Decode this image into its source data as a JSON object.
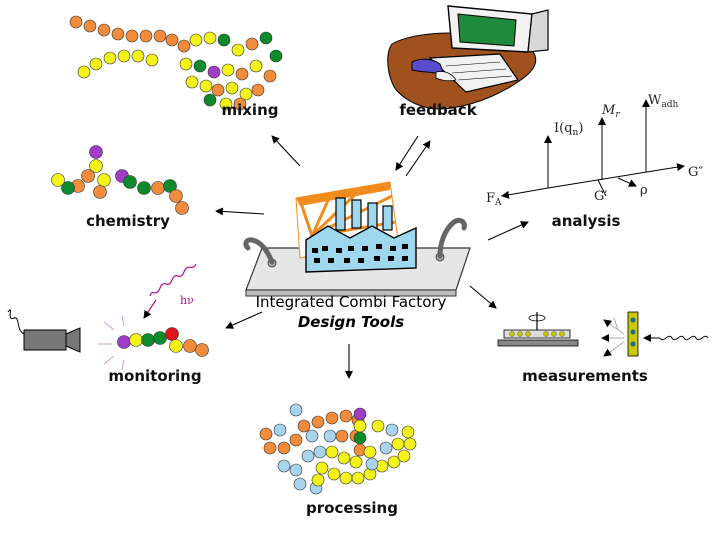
{
  "center": {
    "title": "Integrated Combi Factory",
    "subtitle": "Design Tools"
  },
  "labels": {
    "mixing": "mixing",
    "feedback": "feedback",
    "chemistry": "chemistry",
    "analysis": "analysis",
    "monitoring": "monitoring",
    "measurements": "measurements",
    "processing": "processing"
  },
  "analysis_axes": {
    "i": "I(q",
    "i_sub": "n",
    "i_close": ")",
    "mr": "M",
    "mr_sub": "r",
    "wadh": "W",
    "wadh_sub": "adh",
    "fa": "F",
    "fa_sub": "A",
    "gprime": "G′",
    "rho": "ρ",
    "gdouble": "G″"
  },
  "monitoring_annotation": "hν",
  "colors": {
    "orange": "#f08c3c",
    "yellow": "#f3f31a",
    "green": "#0d8a2c",
    "purple": "#a03cc8",
    "red": "#e0141e",
    "lightblue": "#a8d4ee",
    "factory_blue": "#9fd8ee",
    "plate": "#e6e6e6",
    "sunburst": "#f08c1e",
    "desk": "#a0521e"
  }
}
